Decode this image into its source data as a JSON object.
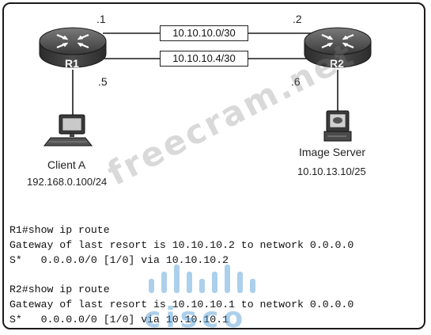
{
  "interfaces": {
    "r1_top": ".1",
    "r2_top": ".2",
    "r1_bottom": ".5",
    "r2_bottom": ".6"
  },
  "links": {
    "upper_subnet": "10.10.10.0/30",
    "lower_subnet": "10.10.10.4/30"
  },
  "routers": {
    "r1": "R1",
    "r2": "R2"
  },
  "hosts": {
    "client_name": "Client A",
    "client_ip": "192.168.0.100/24",
    "server_name": "Image Server",
    "server_ip": "10.10.13.10/25"
  },
  "cli": {
    "r1_prompt": "R1#show ip route",
    "r1_gateway": "Gateway of last resort is 10.10.10.2 to network 0.0.0.0",
    "r1_route": "S*   0.0.0.0/0 [1/0] via 10.10.10.2",
    "r2_prompt": "R2#show ip route",
    "r2_gateway": "Gateway of last resort is 10.10.10.1 to network 0.0.0.0",
    "r2_route": "S*   0.0.0.0/0 [1/0] via 10.10.10.1"
  },
  "watermark": {
    "site": "freecram.net",
    "logo": "cisco"
  },
  "colors": {
    "line": "#1a1a1a",
    "watermark": "#9a9a9a",
    "logo": "#4a9bd6"
  }
}
